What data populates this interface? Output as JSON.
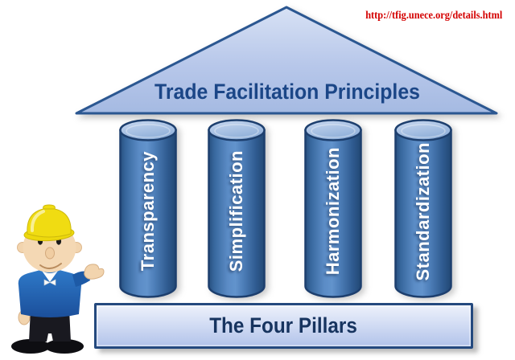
{
  "header": {
    "source_url": "http://tfig.unece.org/details.html"
  },
  "roof": {
    "title": "Trade Facilitation Principles"
  },
  "pillars": [
    {
      "label": "Transparency"
    },
    {
      "label": "Simplification"
    },
    {
      "label": "Harmonization"
    },
    {
      "label": "Standardization"
    }
  ],
  "base": {
    "label": "The Four Pillars"
  },
  "illustration": {
    "name": "construction-worker-mascot",
    "hat_color": "#f0dc12",
    "jacket_color": "#2a6cb8"
  },
  "colors": {
    "outline_navy": "#24497e",
    "title_blue": "#1b4687",
    "base_text_navy": "#17345f",
    "pillar_label": "#ffffff",
    "pillar_mid_blue": "#5b8cc6",
    "roof_fill_top": "#d7e1f4",
    "roof_fill_bottom": "#a5bae2",
    "base_fill_top": "#edf1fb",
    "base_fill_bottom": "#b2c3ea",
    "url_red": "#d40000"
  }
}
